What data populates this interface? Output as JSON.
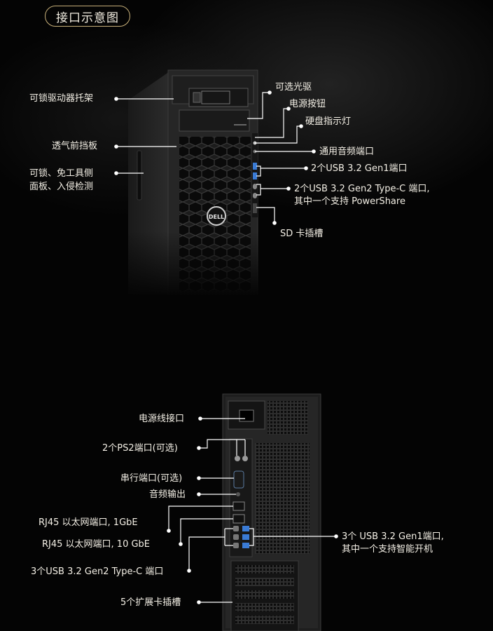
{
  "title": "接口示意图",
  "brand_logo": "DELL",
  "front": {
    "left_labels": [
      "可锁驱动器托架",
      "透气前挡板",
      "可锁、免工具侧",
      "面板、入侵检测"
    ],
    "right_labels": [
      "可选光驱",
      "电源按钮",
      "硬盘指示灯",
      "通用音频端口",
      "2个USB 3.2 Gen1端口",
      "2个USB 3.2 Gen2 Type-C 端口,",
      "其中一个支持 PowerShare",
      "SD 卡插槽"
    ]
  },
  "rear": {
    "left_labels": [
      "电源线接口",
      "2个PS2端口(可选)",
      "串行端口(可选)",
      "音频输出",
      "RJ45 以太网端口, 1GbE",
      "RJ45 以太网端口, 10 GbE",
      "3个USB 3.2 Gen2 Type-C 端口",
      "5个扩展卡插槽"
    ],
    "right_labels": [
      "3个 USB 3.2 Gen1端口,",
      "其中一个支持智能开机"
    ]
  },
  "colors": {
    "accent_gold": "#c9b17a",
    "background": "#040404",
    "chassis": "#2a2a2a"
  }
}
